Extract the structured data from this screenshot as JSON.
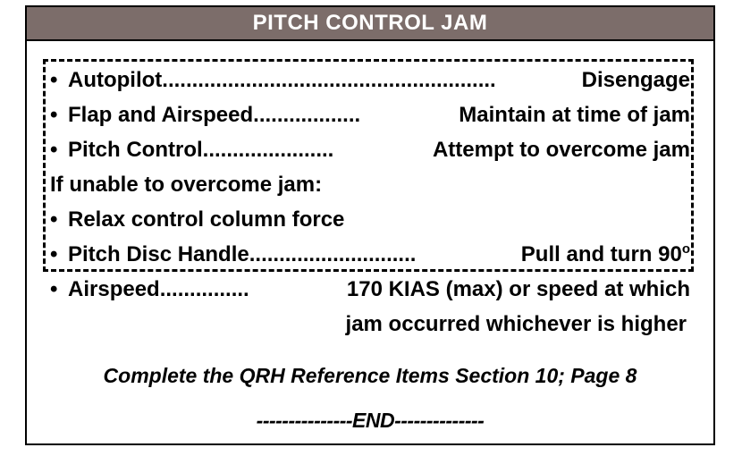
{
  "header": {
    "title": "PITCH CONTROL JAM",
    "background_color": "#7c6d6a",
    "text_color": "#ffffff"
  },
  "card": {
    "border_color": "#000000",
    "background_color": "#ffffff"
  },
  "dashed_box": {
    "style": "dashed",
    "color": "#000000"
  },
  "checklist": {
    "bullet_glyph": "•",
    "items": [
      {
        "bullet": true,
        "label": "Autopilot",
        "leader": " ........................................................ ",
        "action": "Disengage"
      },
      {
        "bullet": true,
        "label": "Flap and Airspeed",
        "leader": " .................. ",
        "action": "Maintain at time of jam"
      },
      {
        "bullet": true,
        "label": "Pitch Control",
        "leader": " ...................... ",
        "action": "Attempt to overcome jam"
      }
    ],
    "condition_text": "If unable to overcome jam:",
    "items_after": [
      {
        "bullet": true,
        "label": "Relax control column force",
        "leader": "",
        "action": ""
      },
      {
        "bullet": true,
        "label": "Pitch Disc Handle",
        "leader": "............................",
        "action": "Pull and turn 90",
        "action_suffix": "o"
      },
      {
        "bullet": true,
        "label": "Airspeed",
        "leader": "...............",
        "action": "170 KIAS (max) or speed at which"
      }
    ],
    "continuation_line": "jam occurred whichever is higher"
  },
  "footer": {
    "reference_note": "Complete the QRH Reference Items Section 10; Page 8",
    "end_marker": "---------------END--------------"
  }
}
